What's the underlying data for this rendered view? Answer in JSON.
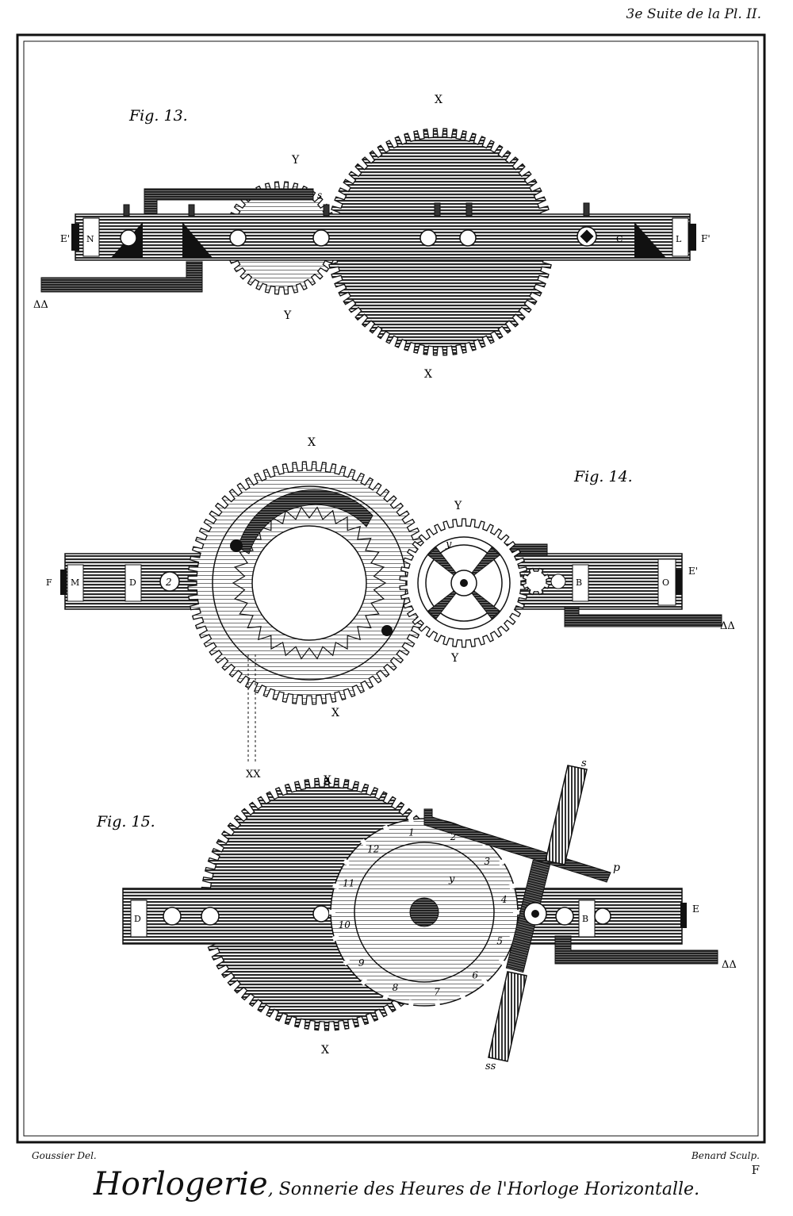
{
  "header": {
    "plate_ref": "3e Suite de la Pl. II."
  },
  "figures": [
    {
      "label": "Fig. 13.",
      "letters": {
        "x_top": "X",
        "x_bottom": "X",
        "y_top": "Y",
        "y_bottom": "Y",
        "e_left": "E'",
        "n": "N",
        "c": "C",
        "l": "L",
        "f_right": "F'",
        "s_small": "s",
        "delta": "ΔΔ"
      }
    },
    {
      "label": "Fig. 14.",
      "letters": {
        "x_top": "X",
        "x_bottom": "X",
        "y_top": "Y",
        "y_bottom": "Y",
        "f": "F",
        "m": "M",
        "d": "D",
        "two": "2",
        "y_small": "y",
        "b": "B",
        "o": "O",
        "e_right": "E'",
        "delta": "ΔΔ",
        "xx": "XX"
      }
    },
    {
      "label": "Fig. 15.",
      "letters": {
        "x_top": "X",
        "x_bottom": "X",
        "d": "D",
        "b": "B",
        "e": "E",
        "p": "p",
        "s_top": "s",
        "ss": "ss",
        "delta": "ΔΔ",
        "y_mid": "y",
        "dial": [
          "1",
          "2",
          "3",
          "4",
          "5",
          "6",
          "7",
          "8",
          "9",
          "10",
          "11",
          "12"
        ]
      }
    }
  ],
  "credits": {
    "left": "Goussier Del.",
    "right": "Benard Sculp.",
    "plate_letter": "F"
  },
  "title": {
    "main": "Horlogerie",
    "sub": ", Sonnerie des Heures de l'Horloge Horizontalle."
  }
}
